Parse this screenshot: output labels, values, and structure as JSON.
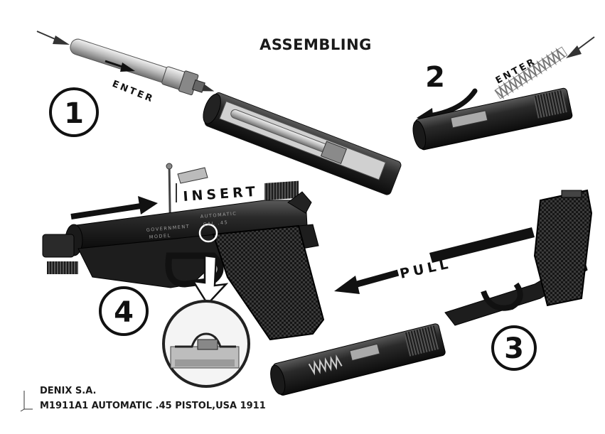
{
  "title": "ASSEMBLING",
  "steps": [
    {
      "number": "1",
      "label": "ENTER"
    },
    {
      "number": "2",
      "label": "ENTER"
    },
    {
      "number": "3",
      "label": "PULL"
    },
    {
      "number": "4",
      "label": "INSERT"
    }
  ],
  "slide_engraving": {
    "line1": "GOVERNMENT",
    "line2": "MODEL",
    "line3": "AUTOMATIC",
    "line4": "CAL .45"
  },
  "credits": {
    "manufacturer": "DENIX S.A.",
    "model": "M1911A1 AUTOMATIC .45 PISTOL,USA 1911"
  }
}
